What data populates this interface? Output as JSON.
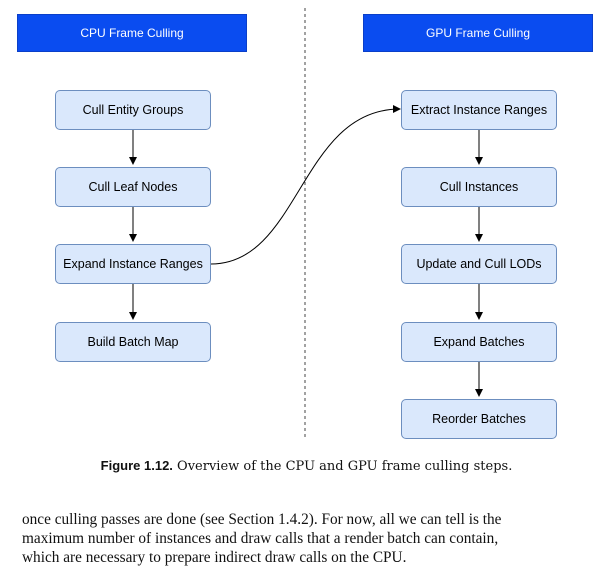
{
  "figure": {
    "cpu_header": "CPU Frame Culling",
    "gpu_header": "GPU Frame Culling",
    "cpu_steps": [
      "Cull Entity Groups",
      "Cull Leaf Nodes",
      "Expand Instance Ranges",
      "Build Batch Map"
    ],
    "gpu_steps": [
      "Extract Instance Ranges",
      "Cull Instances",
      "Update and Cull LODs",
      "Expand Batches",
      "Reorder Batches"
    ],
    "colors": {
      "header": "#0a4cf0",
      "node_fill": "#dae8fc",
      "node_border": "#6c8ebf"
    }
  },
  "caption": {
    "label": "Figure 1.12.",
    "text": "Overview of the CPU and GPU frame culling steps."
  },
  "body": {
    "lines": [
      "once culling passes are done (see Section 1.4.2). For now, all we can tell is the",
      "maximum number of instances and draw calls that a render batch can contain,",
      "which are necessary to prepare indirect draw calls on the CPU."
    ]
  }
}
